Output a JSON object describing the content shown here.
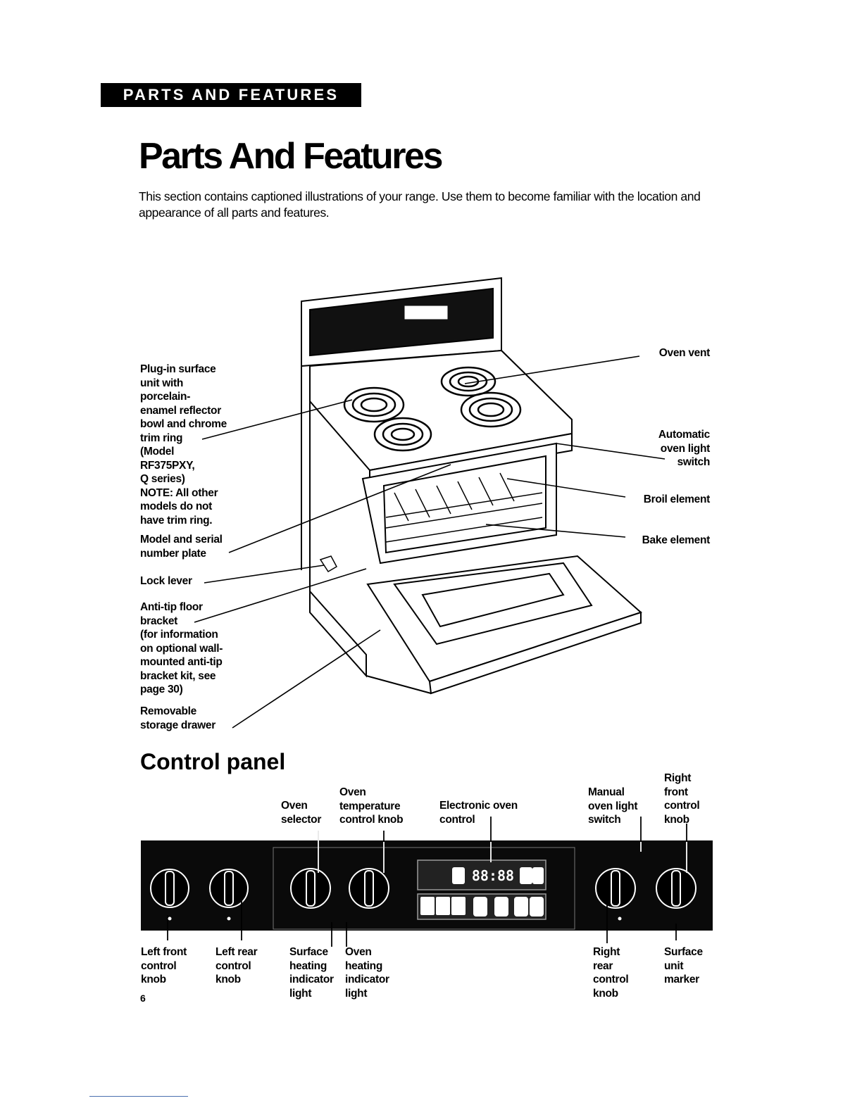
{
  "header": {
    "banner": "PARTS AND FEATURES"
  },
  "page": {
    "title": "Parts And Features",
    "intro": "This section contains captioned illustrations of your range. Use them to become familiar with the location and appearance of all parts and features.",
    "page_number": "6"
  },
  "range_callouts": {
    "plug_in": "Plug-in surface\nunit with\nporcelain-\nenamel reflector\nbowl and chrome\ntrim ring\n(Model\nRF375PXY,\nQ series)\nNOTE: All other\nmodels do not\nhave trim ring.",
    "model_plate": "Model and serial\nnumber plate",
    "lock_lever": "Lock lever",
    "anti_tip": "Anti-tip floor\nbracket\n(for information\non optional wall-\nmounted anti-tip\nbracket kit, see\npage 30)",
    "storage_drawer": "Removable\nstorage drawer",
    "oven_vent": "Oven vent",
    "auto_light": "Automatic\noven light\nswitch",
    "broil": "Broil element",
    "bake": "Bake element"
  },
  "control_panel": {
    "heading": "Control panel",
    "oven_selector": "Oven\nselector",
    "oven_temp": "Oven\ntemperature\ncontrol knob",
    "electronic": "Electronic oven\ncontrol",
    "manual_light": "Manual\noven light\nswitch",
    "right_front": "Right\nfront\ncontrol\nknob",
    "left_front": "Left front\ncontrol\nknob",
    "left_rear": "Left rear\ncontrol\nknob",
    "surface_indicator": "Surface\nheating\nindicator\nlight",
    "oven_indicator": "Oven\nheating\nindicator\nlight",
    "right_rear": "Right\nrear\ncontrol\nknob",
    "surface_marker": "Surface\nunit\nmarker",
    "display_digits": "88:88"
  },
  "icons": [
    "range-illustration",
    "control-panel-illustration",
    "knob-icon"
  ]
}
